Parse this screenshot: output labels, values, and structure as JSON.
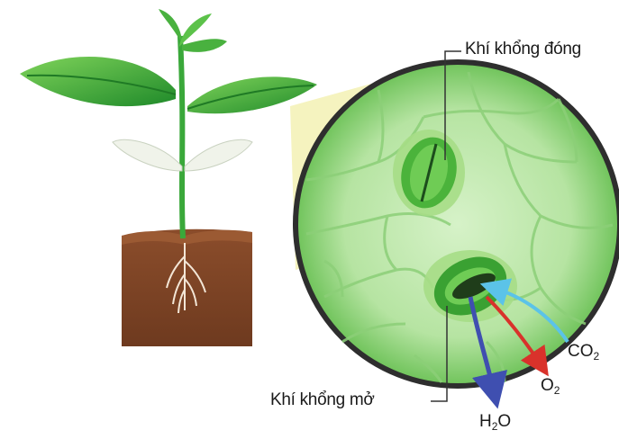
{
  "labels": {
    "stoma_closed": "Khí khổng đóng",
    "stoma_open": "Khí khổng mở"
  },
  "gases": {
    "co2": {
      "symbol": "CO",
      "subscript": "2",
      "color": "#5bc3e8"
    },
    "o2": {
      "symbol": "O",
      "subscript": "2",
      "color": "#d9322b"
    },
    "h2o": {
      "symbol": "H",
      "subscript": "2",
      "suffix": "O",
      "color": "#3f4fb0"
    }
  },
  "colors": {
    "leaf_dark": "#2e9b2e",
    "leaf_light": "#63c44a",
    "soil": "#7a4326",
    "circle_fill": "#b9e6a8",
    "circle_border": "#333333"
  }
}
